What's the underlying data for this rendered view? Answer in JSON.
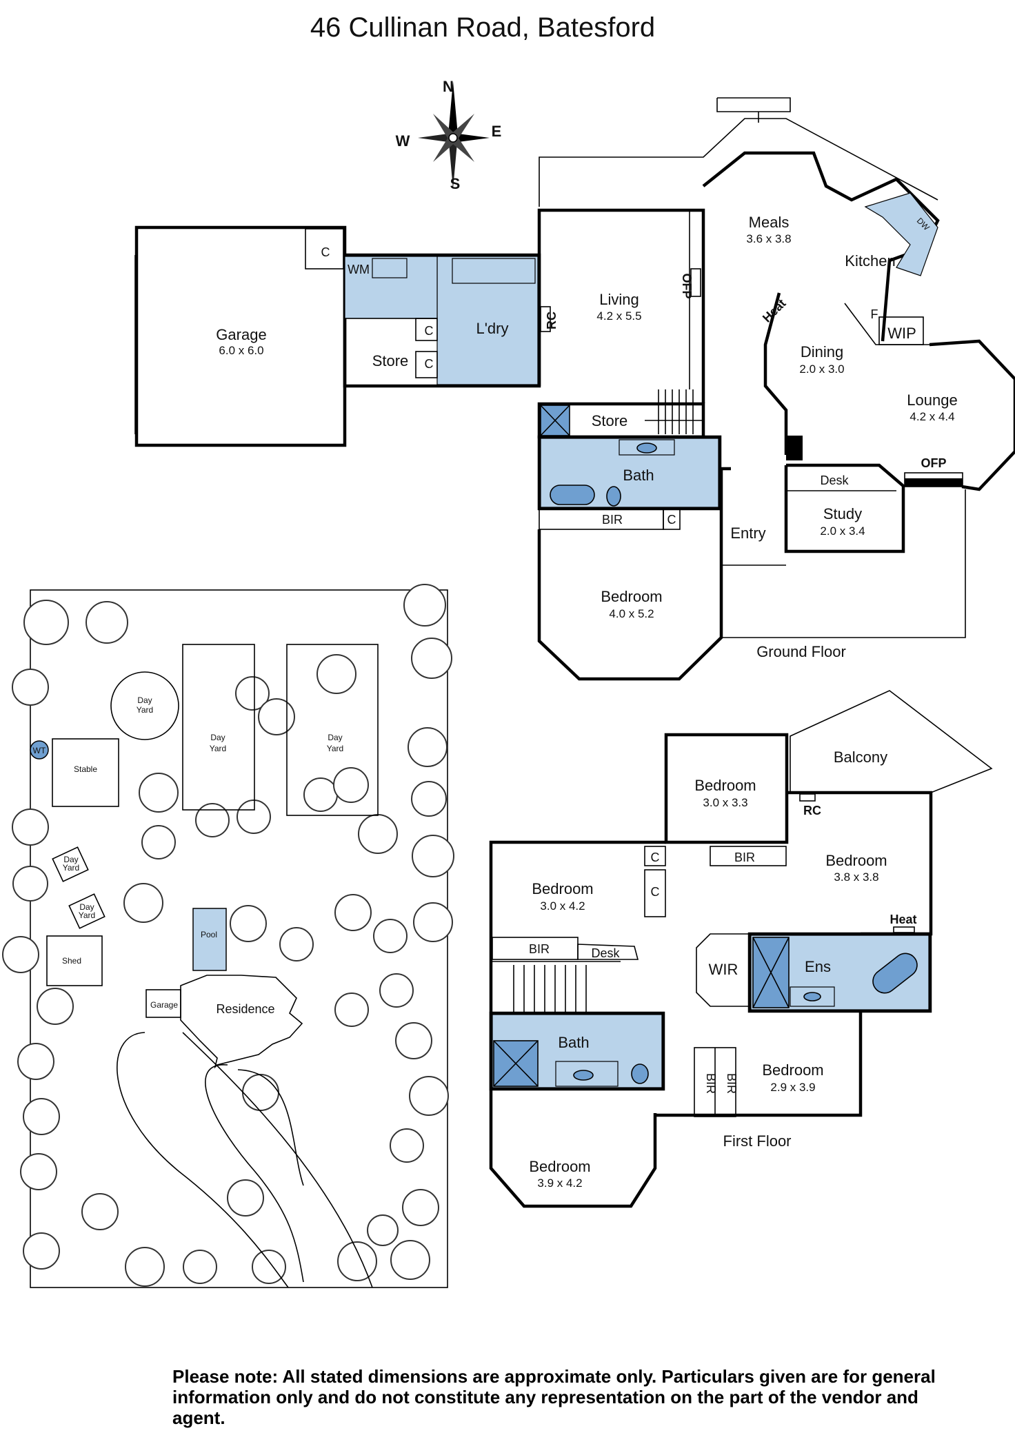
{
  "title": "46 Cullinan Road, Batesford",
  "compass": {
    "n": "N",
    "e": "E",
    "s": "S",
    "w": "W"
  },
  "ground_floor": {
    "label": "Ground Floor",
    "garage": {
      "name": "Garage",
      "dim": "6.0 x 6.0"
    },
    "store1": "Store",
    "laundry": "L'dry",
    "wm": "WM",
    "c": "C",
    "living": {
      "name": "Living",
      "dim": "4.2 x 5.5"
    },
    "rc": "RC",
    "ofp": "OFP",
    "meals": {
      "name": "Meals",
      "dim": "3.6 x 3.8"
    },
    "kitchen": "Kitchen",
    "dw": "DW",
    "f": "F",
    "wip": "WIP",
    "heat": "Heat",
    "dining": {
      "name": "Dining",
      "dim": "2.0 x 3.0"
    },
    "lounge": {
      "name": "Lounge",
      "dim": "4.2 x 4.4"
    },
    "store2": "Store",
    "bath": "Bath",
    "bir": "BIR",
    "desk": "Desk",
    "study": {
      "name": "Study",
      "dim": "2.0 x 3.4"
    },
    "entry": "Entry",
    "bedroom": {
      "name": "Bedroom",
      "dim": "4.0 x 5.2"
    }
  },
  "first_floor": {
    "label": "First Floor",
    "balcony": "Balcony",
    "bed_n": {
      "name": "Bedroom",
      "dim": "3.0 x 3.3"
    },
    "rc": "RC",
    "bed_ne": {
      "name": "Bedroom",
      "dim": "3.8 x 3.8"
    },
    "bir": "BIR",
    "c": "C",
    "heat": "Heat",
    "bed_w": {
      "name": "Bedroom",
      "dim": "3.0 x 4.2"
    },
    "desk": "Desk",
    "wir": "WIR",
    "ens": "Ens",
    "bath": "Bath",
    "bed_se": {
      "name": "Bedroom",
      "dim": "2.9 x 3.9"
    },
    "bed_sw": {
      "name": "Bedroom",
      "dim": "3.9 x 4.2"
    }
  },
  "site": {
    "day_yard": [
      "Day",
      "Yard"
    ],
    "wt": "WT",
    "stable": "Stable",
    "shed": "Shed",
    "pool": "Pool",
    "garage": "Garage",
    "residence": "Residence"
  },
  "note": "Please note: All stated dimensions are approximate only. Particulars given are for general information only and do not constitute any representation on the part of the vendor and agent.",
  "colors": {
    "wet_area": "#b9d3ea",
    "dark_wet": "#6f9fd0",
    "wall": "#000000"
  }
}
